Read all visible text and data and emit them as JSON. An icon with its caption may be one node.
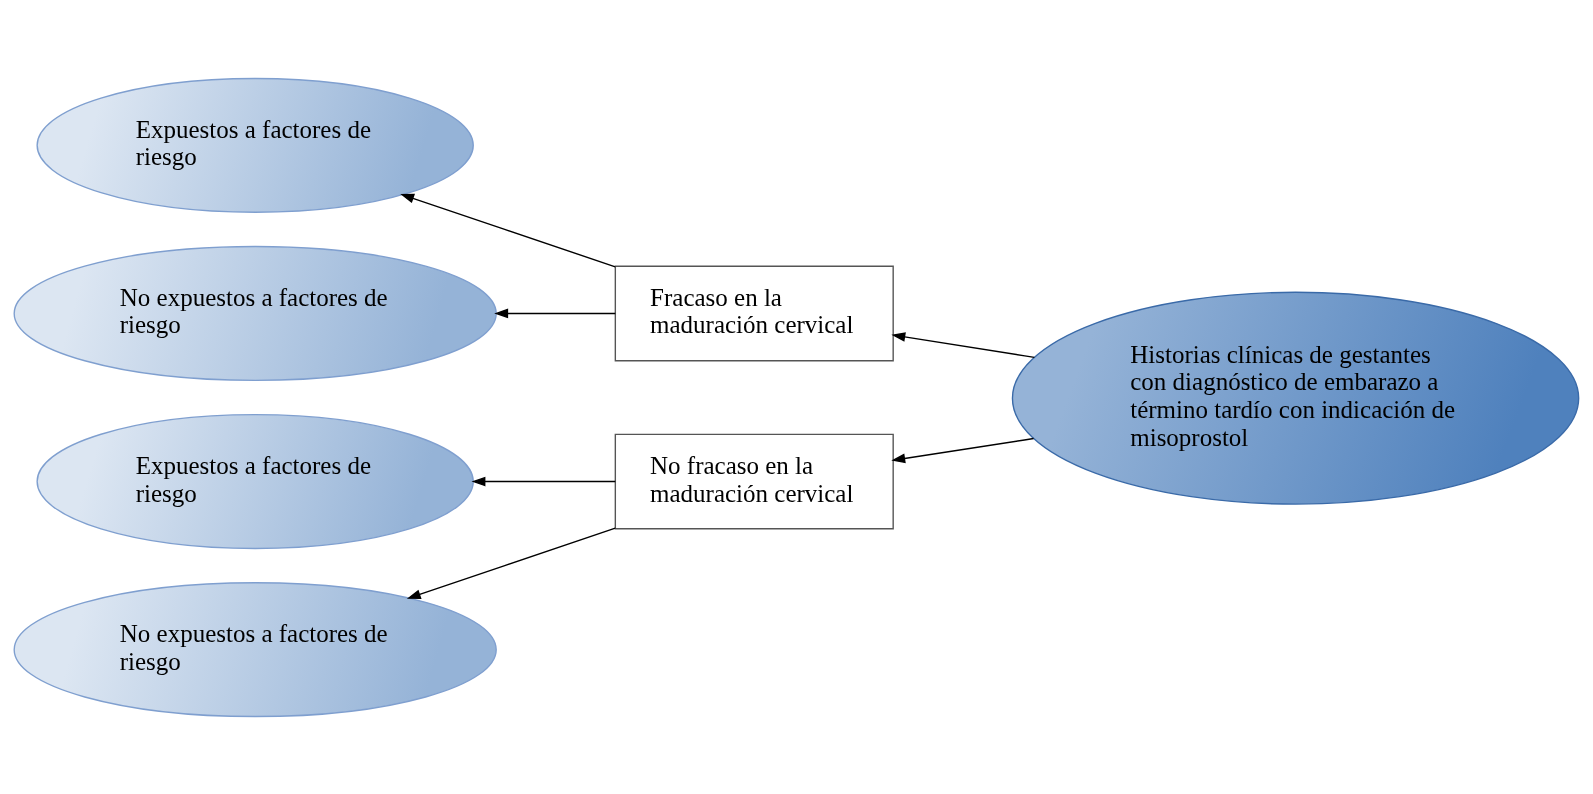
{
  "diagram": {
    "nodes": [
      {
        "text": [
          "Historias clínicas de gestantes con diagnóstico de embarazo a término tardío con indicación de misoprostol"
        ]
      },
      {
        "text": [
          "Fracaso en la maduración cervical"
        ]
      },
      {
        "text": [
          "No fracaso en la maduración cervical"
        ]
      },
      {
        "text": [
          "Expuestos a factores de riesgo"
        ]
      },
      {
        "text": [
          "No expuestos a factores de riesgo"
        ]
      },
      {
        "text": [
          "Expuestos a factores de riesgo"
        ]
      },
      {
        "text": [
          "No expuestos a factores de riesgo"
        ]
      }
    ],
    "edges": [
      {
        "from": 0,
        "to": 1,
        "arrow": "to"
      },
      {
        "from": 0,
        "to": 2,
        "arrow": "to"
      },
      {
        "from": 1,
        "to": 3,
        "arrow": "to"
      },
      {
        "from": 1,
        "to": 4,
        "arrow": "to"
      },
      {
        "from": 2,
        "to": 5,
        "arrow": "to"
      },
      {
        "from": 2,
        "to": 6,
        "arrow": "to"
      }
    ]
  }
}
